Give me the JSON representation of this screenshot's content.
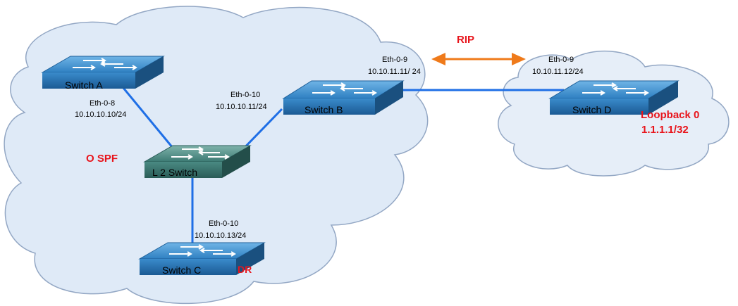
{
  "colors": {
    "cloud_fill": "#dfeaf7",
    "cloud_stroke": "#93a7c4",
    "link": "#1f6fe6",
    "annotation_red": "#e8141b",
    "arrow_orange": "#ef7a1a",
    "switch_top": "#3f90cf",
    "switch_side": "#1d5f99",
    "l2_top": "#3e7d77",
    "l2_side": "#275a56"
  },
  "protocols": {
    "ospf": "O SPF",
    "rip": "RIP"
  },
  "switches": {
    "a": {
      "name": "Switch A",
      "port": "Eth-0-8",
      "ip": "10.10.10.10/24"
    },
    "b": {
      "name": "Switch B",
      "port_left": "Eth-0-10",
      "ip_left": "10.10.10.11/24",
      "port_right": "Eth-0-9",
      "ip_right": "10.10.11.11/ 24"
    },
    "c": {
      "name": "Switch C",
      "port": "Eth-0-10",
      "ip": "10.10.10.13/24",
      "role": "DR"
    },
    "d": {
      "name": "Switch D",
      "port": "Eth-0-9",
      "ip": "10.10.11.12/24",
      "loopback_name": "Loopback 0",
      "loopback_ip": "1.1.1.1/32"
    },
    "l2": {
      "name": "L 2 Switch"
    }
  }
}
